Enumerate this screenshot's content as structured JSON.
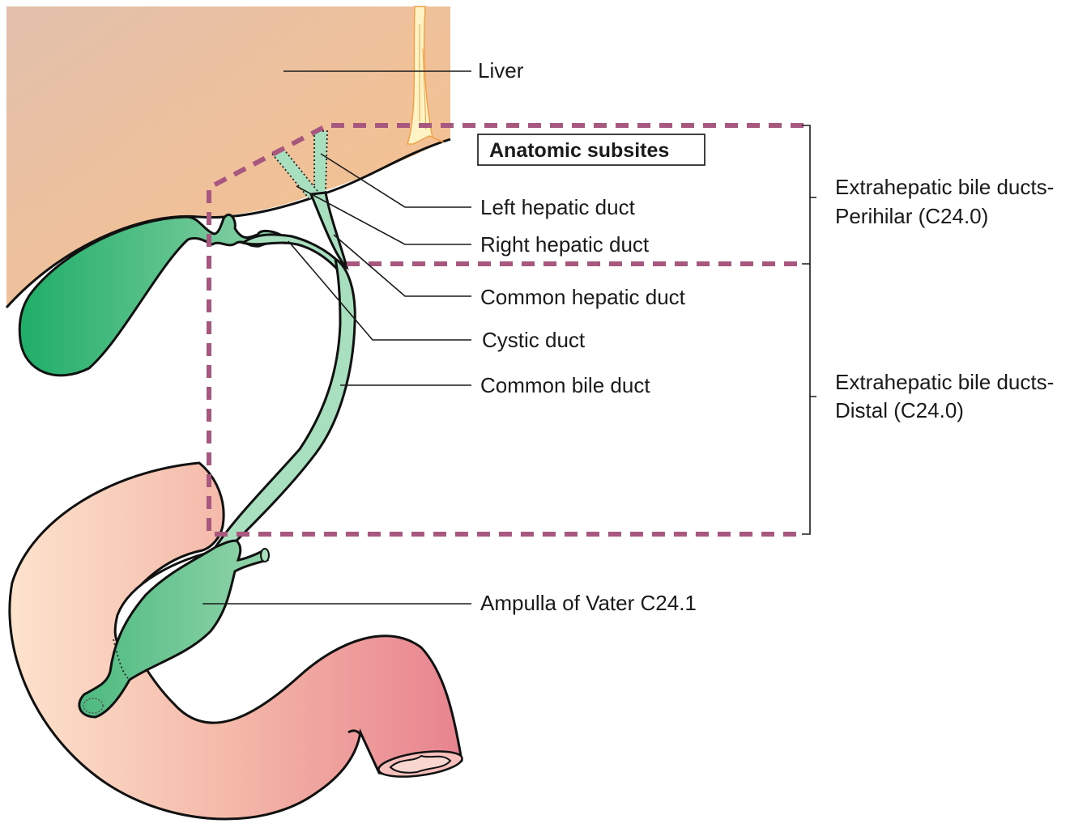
{
  "figure": {
    "title": "Anatomic subsites",
    "colors": {
      "liver": "#f2c194",
      "liver_light": "#e6c0aa",
      "gallbladder_dark": "#22b06a",
      "gallbladder_light": "#8dd3a8",
      "duct": "#a8dfbf",
      "duodenum_light": "#fde2cc",
      "duodenum_dark": "#e98a94",
      "ligament": "#fdf3c4",
      "subsite_boundary": "#a8577e"
    },
    "labels": {
      "liver": "Liver",
      "left_hepatic_duct": "Left hepatic duct",
      "right_hepatic_duct": "Right hepatic duct",
      "common_hepatic_duct": "Common hepatic duct",
      "cystic_duct": "Cystic duct",
      "common_bile_duct": "Common bile duct",
      "ampulla": "Ampulla of Vater C24.1"
    },
    "regions": {
      "perihilar": {
        "line1": "Extrahepatic bile ducts-",
        "line2": "Perihilar (C24.0)"
      },
      "distal": {
        "line1": "Extrahepatic bile ducts-",
        "line2": "Distal (C24.0)"
      }
    }
  }
}
